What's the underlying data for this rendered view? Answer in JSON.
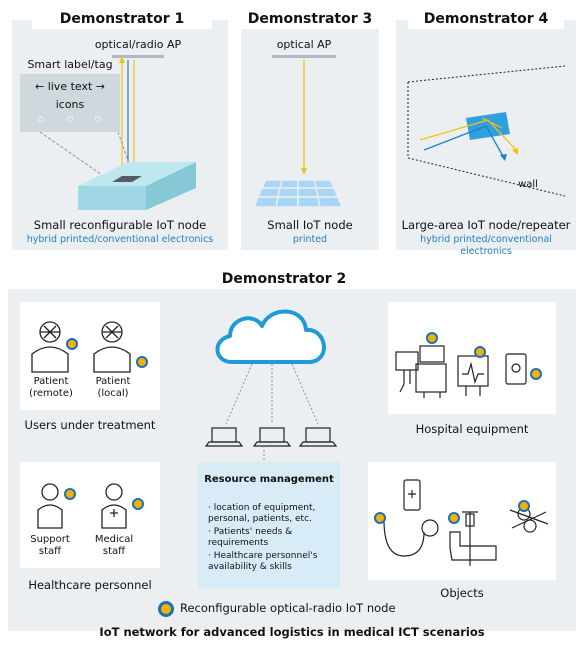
{
  "demo1": {
    "title": "Demonstrator 1",
    "ap_label": "optical/radio AP",
    "tag_label": "Smart label/tag",
    "live_text": "← live text →",
    "icons_label": "icons",
    "caption": "Small reconfigurable IoT node",
    "sub": "hybrid printed/conventional electronics"
  },
  "demo3": {
    "title": "Demonstrator 3",
    "ap_label": "optical AP",
    "caption": "Small IoT node",
    "sub": "printed"
  },
  "demo4": {
    "title": "Demonstrator 4",
    "wall_label": "wall",
    "caption": "Large-area IoT node/repeater",
    "sub": "hybrid printed/conventional electronics"
  },
  "demo2": {
    "title": "Demonstrator 2",
    "patient_remote": "Patient (remote)",
    "patient_local": "Patient (local)",
    "users_caption": "Users under treatment",
    "hospital_caption": "Hospital equipment",
    "support_staff": "Support staff",
    "medical_staff": "Medical staff",
    "personnel_caption": "Healthcare personnel",
    "objects_caption": "Objects",
    "resource": {
      "title": "Resource management",
      "items": [
        "· location of equipment, personal, patients, etc.",
        "· Patients' needs & requirements",
        "· Healthcare personnel's availability & skills"
      ]
    },
    "legend": "Reconfigurable optical-radio IoT node",
    "footer": "IoT network for advanced logistics in medical ICT scenarios"
  },
  "colors": {
    "panel": "#eceff1",
    "blue": "#1f7fc4",
    "cloud": "#1e9ad6",
    "node_ring": "#1f6fb8",
    "node_core": "#f2b200",
    "red": "#e84c3d",
    "yellow": "#f2c40f",
    "teal": "#3aa39a"
  }
}
